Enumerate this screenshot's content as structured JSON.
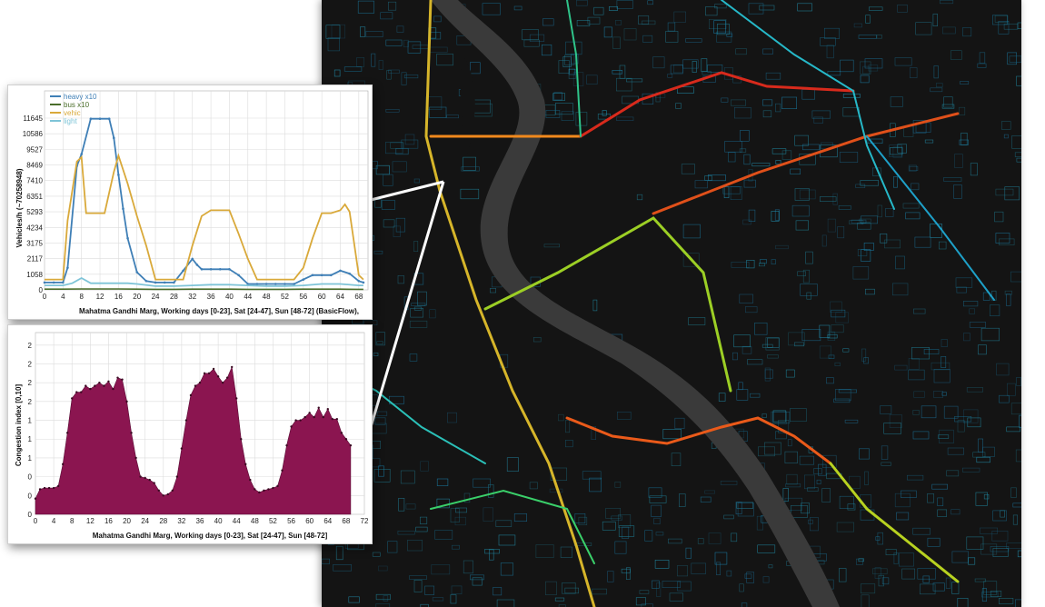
{
  "colors": {
    "map_background": "#141414",
    "river": "#3a3a3a",
    "heavy_series": "#3f7fb6",
    "bus_series": "#4a6d2a",
    "vehic_series": "#d9a93a",
    "light_series": "#7ec4d8",
    "congestion_fill": "#8b1550",
    "connector": "#ffffff"
  },
  "chart_data": [
    {
      "type": "line",
      "id": "vehicle-flow-chart",
      "xlabel": "Mahatma Gandhi Marg, Working days [0-23], Sat [24-47], Sun [48-72] (BasicFlow),",
      "ylabel": "Vehicles/h (~70258948)",
      "xlim": [
        0,
        70
      ],
      "ylim": [
        0,
        11645
      ],
      "x_ticks": [
        "0",
        "4",
        "8",
        "12",
        "16",
        "20",
        "24",
        "28",
        "32",
        "36",
        "40",
        "44",
        "48",
        "52",
        "56",
        "60",
        "64",
        "68"
      ],
      "y_ticks": [
        "0",
        "1058",
        "2117",
        "3175",
        "4234",
        "5293",
        "6351",
        "7410",
        "8469",
        "9527",
        "10586",
        "11645"
      ],
      "legend": [
        "heavy x10",
        "bus x10",
        "vehic",
        "light"
      ],
      "grid": true,
      "series": [
        {
          "name": "heavy x10",
          "x": [
            0,
            2,
            4,
            5,
            7,
            8,
            10,
            12,
            14,
            15,
            16,
            17,
            18,
            20,
            22,
            24,
            26,
            28,
            30,
            32,
            33,
            34,
            36,
            38,
            40,
            42,
            44,
            46,
            48,
            50,
            52,
            54,
            56,
            58,
            60,
            62,
            64,
            66,
            68,
            69
          ],
          "values": [
            500,
            500,
            500,
            1500,
            8400,
            9200,
            11600,
            11600,
            11600,
            10300,
            7800,
            5500,
            3500,
            1200,
            600,
            500,
            500,
            500,
            1300,
            2100,
            1700,
            1400,
            1400,
            1400,
            1400,
            1000,
            400,
            400,
            400,
            400,
            400,
            400,
            700,
            1000,
            1000,
            1000,
            1300,
            1100,
            600,
            500
          ]
        },
        {
          "name": "bus x10",
          "x": [
            0,
            4,
            8,
            12,
            16,
            20,
            24,
            28,
            32,
            36,
            40,
            44,
            48,
            52,
            56,
            60,
            64,
            68,
            69
          ],
          "values": [
            50,
            50,
            60,
            60,
            60,
            50,
            40,
            40,
            50,
            50,
            50,
            40,
            40,
            40,
            50,
            50,
            50,
            40,
            40
          ]
        },
        {
          "name": "vehic",
          "x": [
            0,
            4,
            5,
            7,
            8,
            9,
            12,
            13,
            15,
            16,
            18,
            20,
            22,
            24,
            28,
            30,
            32,
            34,
            36,
            38,
            40,
            42,
            44,
            46,
            48,
            50,
            52,
            54,
            56,
            58,
            60,
            62,
            64,
            65,
            66,
            68,
            69
          ],
          "values": [
            700,
            700,
            4700,
            8700,
            9000,
            5200,
            5200,
            5200,
            8000,
            9100,
            7200,
            5000,
            3000,
            700,
            700,
            700,
            3000,
            5000,
            5400,
            5400,
            5400,
            3800,
            2100,
            700,
            700,
            700,
            700,
            700,
            1500,
            3500,
            5200,
            5200,
            5400,
            5800,
            5300,
            1000,
            700
          ]
        },
        {
          "name": "light",
          "x": [
            0,
            4,
            6,
            8,
            10,
            12,
            14,
            16,
            18,
            20,
            24,
            28,
            32,
            36,
            40,
            44,
            48,
            52,
            56,
            60,
            64,
            68,
            69
          ],
          "values": [
            300,
            300,
            450,
            800,
            450,
            450,
            450,
            450,
            450,
            400,
            250,
            250,
            300,
            350,
            350,
            300,
            250,
            250,
            300,
            400,
            400,
            300,
            300
          ]
        }
      ]
    },
    {
      "type": "area",
      "id": "congestion-chart",
      "xlabel": "Mahatma Gandhi Marg, Working days [0-23], Sat [24-47], Sun [48-72]",
      "ylabel": "Congestion index [0,10]",
      "xlim": [
        0,
        72
      ],
      "ylim": [
        0,
        2.9
      ],
      "x_ticks": [
        "0",
        "4",
        "8",
        "12",
        "16",
        "20",
        "24",
        "28",
        "32",
        "36",
        "40",
        "44",
        "48",
        "52",
        "56",
        "60",
        "64",
        "68",
        "72"
      ],
      "y_ticks": [
        "0",
        "0",
        "0",
        "1",
        "1",
        "1",
        "2",
        "2",
        "2",
        "2"
      ],
      "y_tick_values": [
        0.0,
        0.3,
        0.6,
        0.9,
        1.2,
        1.5,
        1.8,
        2.1,
        2.4,
        2.7
      ],
      "grid": true,
      "series": [
        {
          "name": "",
          "x": [
            0,
            1,
            2,
            3,
            4,
            5,
            6,
            7,
            8,
            9,
            10,
            11,
            12,
            13,
            14,
            15,
            16,
            17,
            18,
            19,
            20,
            21,
            22,
            23,
            24,
            25,
            26,
            27,
            28,
            29,
            30,
            31,
            32,
            33,
            34,
            35,
            36,
            37,
            38,
            39,
            40,
            41,
            42,
            43,
            44,
            45,
            46,
            47,
            48,
            49,
            50,
            51,
            52,
            53,
            54,
            55,
            56,
            57,
            58,
            59,
            60,
            61,
            62,
            63,
            64,
            65,
            66,
            67,
            68,
            69
          ],
          "values": [
            0.25,
            0.4,
            0.42,
            0.42,
            0.42,
            0.45,
            0.8,
            1.3,
            1.85,
            1.95,
            1.95,
            2.05,
            2.0,
            2.05,
            2.1,
            2.05,
            2.12,
            2.0,
            2.18,
            2.15,
            1.8,
            1.3,
            0.9,
            0.6,
            0.58,
            0.55,
            0.5,
            0.38,
            0.3,
            0.32,
            0.38,
            0.6,
            1.05,
            1.5,
            1.9,
            2.05,
            2.1,
            2.25,
            2.25,
            2.32,
            2.2,
            2.1,
            2.18,
            2.35,
            1.85,
            1.2,
            0.8,
            0.55,
            0.4,
            0.35,
            0.38,
            0.4,
            0.42,
            0.45,
            0.7,
            1.1,
            1.4,
            1.5,
            1.5,
            1.55,
            1.62,
            1.55,
            1.7,
            1.55,
            1.68,
            1.52,
            1.52,
            1.3,
            1.2,
            1.1
          ]
        }
      ]
    }
  ]
}
